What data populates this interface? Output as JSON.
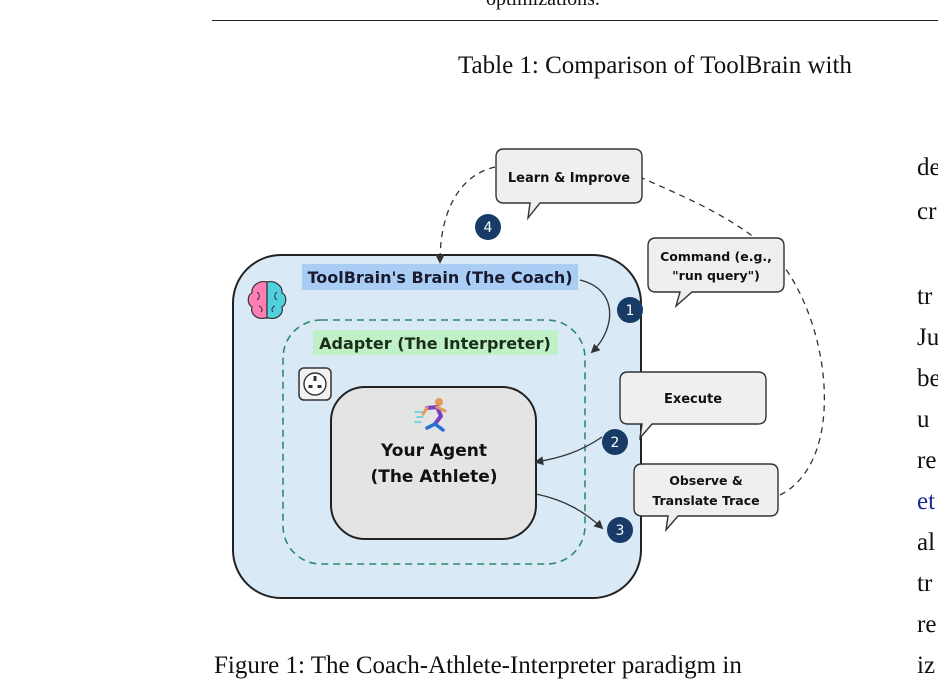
{
  "page": {
    "top_cut_text": "optimizations.",
    "table_caption": "Table 1: Comparison of ToolBrain with",
    "figure_caption": "Figure 1: The Coach-Athlete-Interpreter paradigm in"
  },
  "figure": {
    "coach_label": "ToolBrain's Brain (The Coach)",
    "adapter_label": "Adapter (The Interpreter)",
    "agent_line1": "Your Agent",
    "agent_line2": "(The Athlete)",
    "bubble_learn": "Learn & Improve",
    "bubble_command_line1": "Command (e.g.,",
    "bubble_command_line2": "\"run query\")",
    "bubble_execute": "Execute",
    "bubble_observe_line1": "Observe &",
    "bubble_observe_line2": "Translate Trace",
    "step1": "1",
    "step2": "2",
    "step3": "3",
    "step4": "4",
    "icons": [
      "brain-icon",
      "power-socket-icon",
      "runner-icon"
    ],
    "colors": {
      "outer_fill": "#d9e9f6",
      "coach_highlight": "#a9cdf5",
      "adapter_highlight": "#bff0c6",
      "adapter_border": "#2e8b6a",
      "agent_fill": "#e4e4e4",
      "step_badge": "#173a66"
    }
  },
  "right_column": {
    "fragments": [
      "de",
      "cr",
      "tr",
      "Ju",
      "be",
      "u",
      "re",
      "et",
      "al",
      "tr",
      "re",
      "iz"
    ]
  }
}
